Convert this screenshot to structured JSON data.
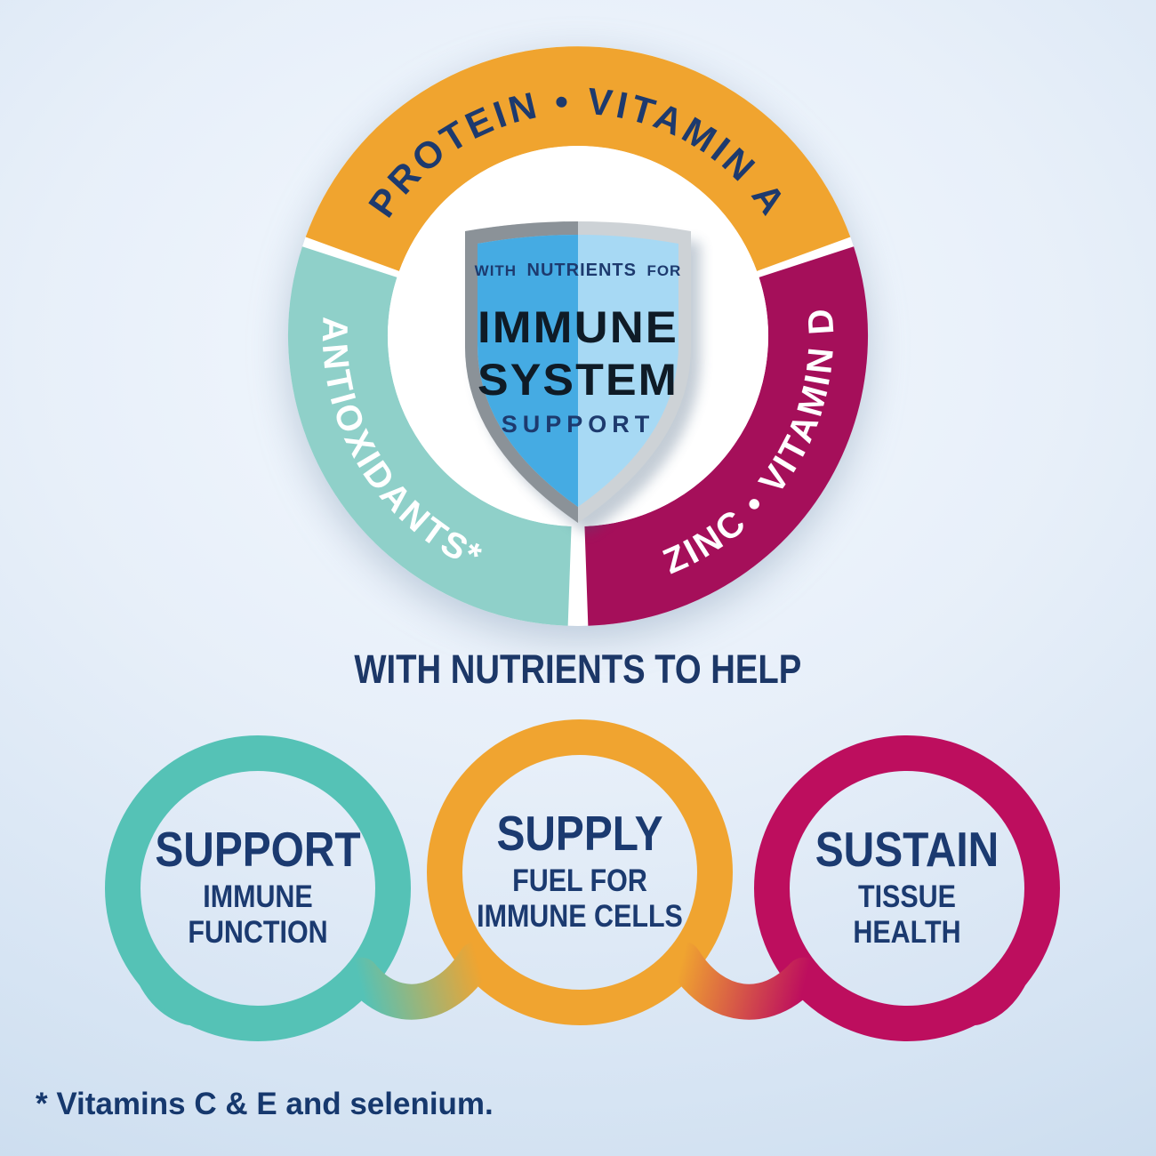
{
  "badge": {
    "arc_labels": {
      "top": "PROTEIN • VITAMIN A",
      "left": "ANTIOXIDANTS*",
      "right": "ZINC • VITAMIN D"
    },
    "shield": {
      "intro_with": "WITH",
      "intro_nutrients": "NUTRIENTS",
      "intro_for": "FOR",
      "title_line1": "IMMUNE",
      "title_line2": "SYSTEM",
      "subtitle": "SUPPORT"
    },
    "colors": {
      "orange": "#F0A42F",
      "teal": "#8FD0C9",
      "magenta": "#A50F5A",
      "shield_left_blue": "#45ABE3",
      "shield_right_blue": "#A7D9F4",
      "navy": "#1D3A6E"
    }
  },
  "heading": "WITH NUTRIENTS TO HELP",
  "loops": [
    {
      "title": "SUPPORT",
      "line1": "IMMUNE",
      "line2": "FUNCTION",
      "color": "#55C2B6"
    },
    {
      "title": "SUPPLY",
      "line1": "FUEL FOR",
      "line2": "IMMUNE CELLS",
      "color": "#F0A430"
    },
    {
      "title": "SUSTAIN",
      "line1": "TISSUE",
      "line2": "HEALTH",
      "color": "#BD0E5E"
    }
  ],
  "footnote": "* Vitamins C & E and selenium."
}
